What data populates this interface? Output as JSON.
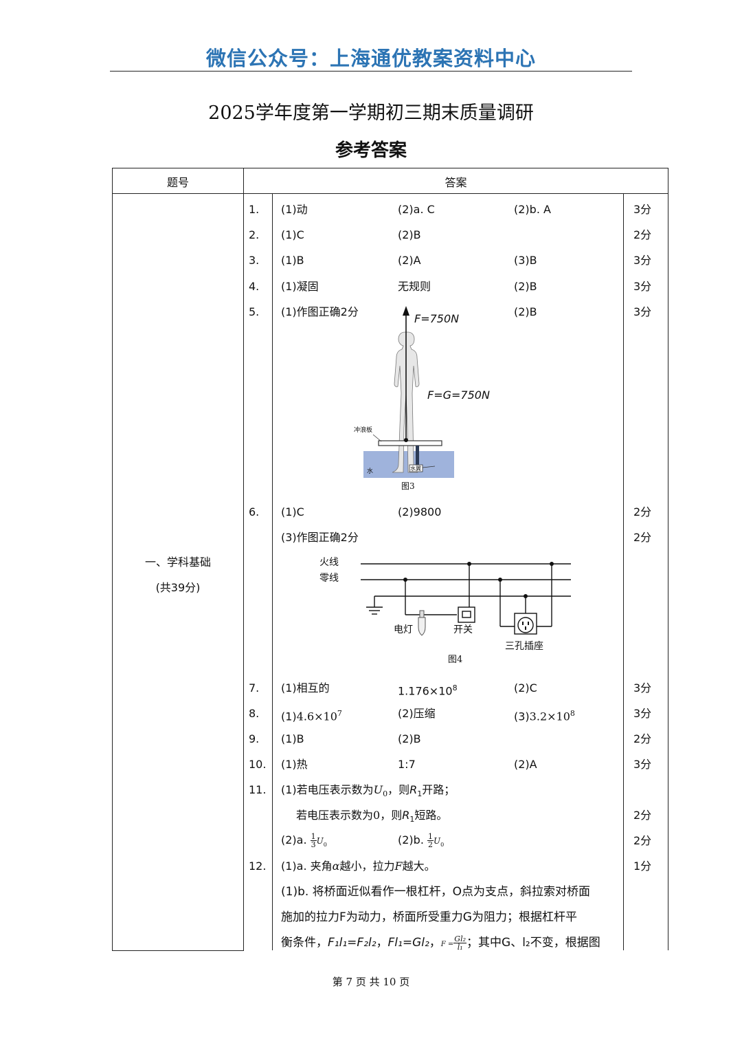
{
  "header": "微信公众号：上海通优教案资料中心",
  "title": "2025学年度第一学期初三期末质量调研",
  "subtitle": "参考答案",
  "table": {
    "col_question": "题号",
    "col_answer": "答案",
    "section_name": "一、学科基础",
    "section_points": "(共39分)"
  },
  "rows": [
    {
      "num": "1.",
      "a1": "(1)动",
      "a2": "(2)a. C",
      "a3": "(2)b. A",
      "score": "3分"
    },
    {
      "num": "2.",
      "a1": "(1)C",
      "a2": "(2)B",
      "a3": "",
      "score": "2分"
    },
    {
      "num": "3.",
      "a1": "(1)B",
      "a2": "(2)A",
      "a3": "(3)B",
      "score": "3分"
    },
    {
      "num": "4.",
      "a1": "(1)凝固",
      "a2": "无规则",
      "a3": "(2)B",
      "score": "3分"
    },
    {
      "num": "5.",
      "a1": "(1)作图正确2分",
      "a2": "",
      "a3": "(2)B",
      "score": "3分"
    },
    {
      "num": "6.",
      "a1": "(1)C",
      "a2": "(2)9800",
      "a3": "",
      "score": "2分"
    },
    {
      "num": "",
      "a1": "(3)作图正确2分",
      "a2": "",
      "a3": "",
      "score": "2分"
    },
    {
      "num": "7.",
      "a1": "(1)相互的",
      "a2": "",
      "a3": "(2)C",
      "score": "3分"
    },
    {
      "num": "8.",
      "a1": "",
      "a2": "(2)压缩",
      "a3": "",
      "score": "3分"
    },
    {
      "num": "9.",
      "a1": "(1)B",
      "a2": "(2)B",
      "a3": "",
      "score": "2分"
    },
    {
      "num": "10.",
      "a1": "(1)热",
      "a2": "1:7",
      "a3": "(2)A",
      "score": "3分"
    }
  ],
  "q7_value": {
    "base": "1.176×10",
    "exp": "8"
  },
  "q8_v1": {
    "prefix": "(1)",
    "base": "4.6×10",
    "exp": "7"
  },
  "q8_v3": {
    "prefix": "(3)",
    "base": "3.2×10",
    "exp": "8"
  },
  "q11": {
    "num": "11.",
    "l1_pre": "(1)若电压表示数为",
    "l1_sym": "U",
    "l1_sub": "0",
    "l1_mid": "，则",
    "l1_r": "R",
    "l1_rsub": "1",
    "l1_post": "开路；",
    "l2_pre": "若电压表示数为",
    "l2_zero": "0",
    "l2_mid": "，则",
    "l2_r": "R",
    "l2_rsub": "1",
    "l2_post": "短路。",
    "score1": "2分",
    "a_pre": "(2)a.",
    "a_num": "1",
    "a_den": "3",
    "a_sym": "U",
    "a_sub": "0",
    "b_pre": "(2)b.",
    "b_num": "1",
    "b_den": "2",
    "b_sym": "U",
    "b_sub": "0",
    "score2": "2分"
  },
  "q12": {
    "num": "12.",
    "l1_pre": "(1)a. 夹角",
    "l1_alpha": "α",
    "l1_mid": "越小，拉力",
    "l1_f": "F",
    "l1_post": "越大。",
    "score": "1分",
    "l2": "(1)b. 将桥面近似看作一根杠杆，O点为支点，斜拉索对桥面",
    "l3": "施加的拉力F为动力，桥面所受重力G为阻力；根据杠杆平",
    "l4_pre": "衡条件，",
    "eq1": "F₁l₁=F₂l₂",
    "eq2": "Fl₁=Gl₂",
    "frac_lhs": "F =",
    "frac_num": "Gl₂",
    "frac_den": "l₁",
    "l4_post": "；其中G、l₂不变，根据图"
  },
  "fig3": {
    "force_top": "F=750N",
    "force_mid": "F=G=750N",
    "board": "冲浪板",
    "water": "水",
    "fin": "水翼",
    "caption": "图3"
  },
  "fig4": {
    "live": "火线",
    "neutral": "零线",
    "lamp": "电灯",
    "switch": "开关",
    "socket": "三孔插座",
    "caption": "图4"
  },
  "footer": "第 7 页 共 10 页"
}
